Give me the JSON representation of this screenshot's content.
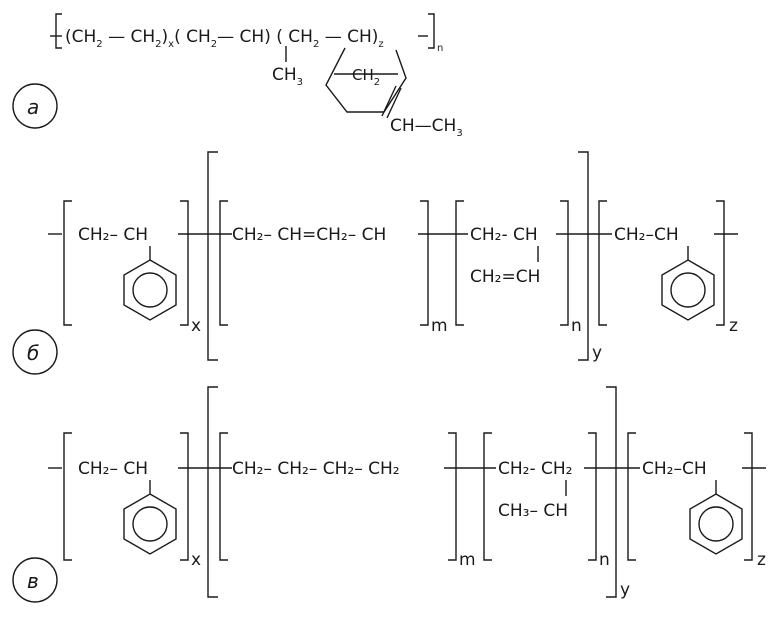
{
  "panel_a": {
    "label": "а",
    "ch2": "CH",
    "two": "2",
    "ch": "CH",
    "ch3": "CH",
    "three": "3",
    "x": "x",
    "z": "z",
    "n": "n",
    "ethylidene": "CH—CH"
  },
  "panel_b": {
    "label": "б",
    "styrene1": "CH₂– CH",
    "butadiene14": "CH₂– CH=CH₂– CH",
    "butadiene12_top": "CH₂- CH",
    "butadiene12_bottom": "CH₂=CH",
    "styrene2": "CH₂–CH",
    "x": "x",
    "m": "m",
    "n": "n",
    "y": "y",
    "z": "z"
  },
  "panel_v": {
    "label": "в",
    "styrene1": "CH₂– CH",
    "ethylene": "CH₂– CH₂– CH₂– CH₂",
    "butylene_top": "CH₂- CH₂",
    "butylene_bottom": "CH₃– CH",
    "styrene2": "CH₂–CH",
    "x": "x",
    "m": "m",
    "n": "n",
    "y": "y",
    "z": "z"
  }
}
